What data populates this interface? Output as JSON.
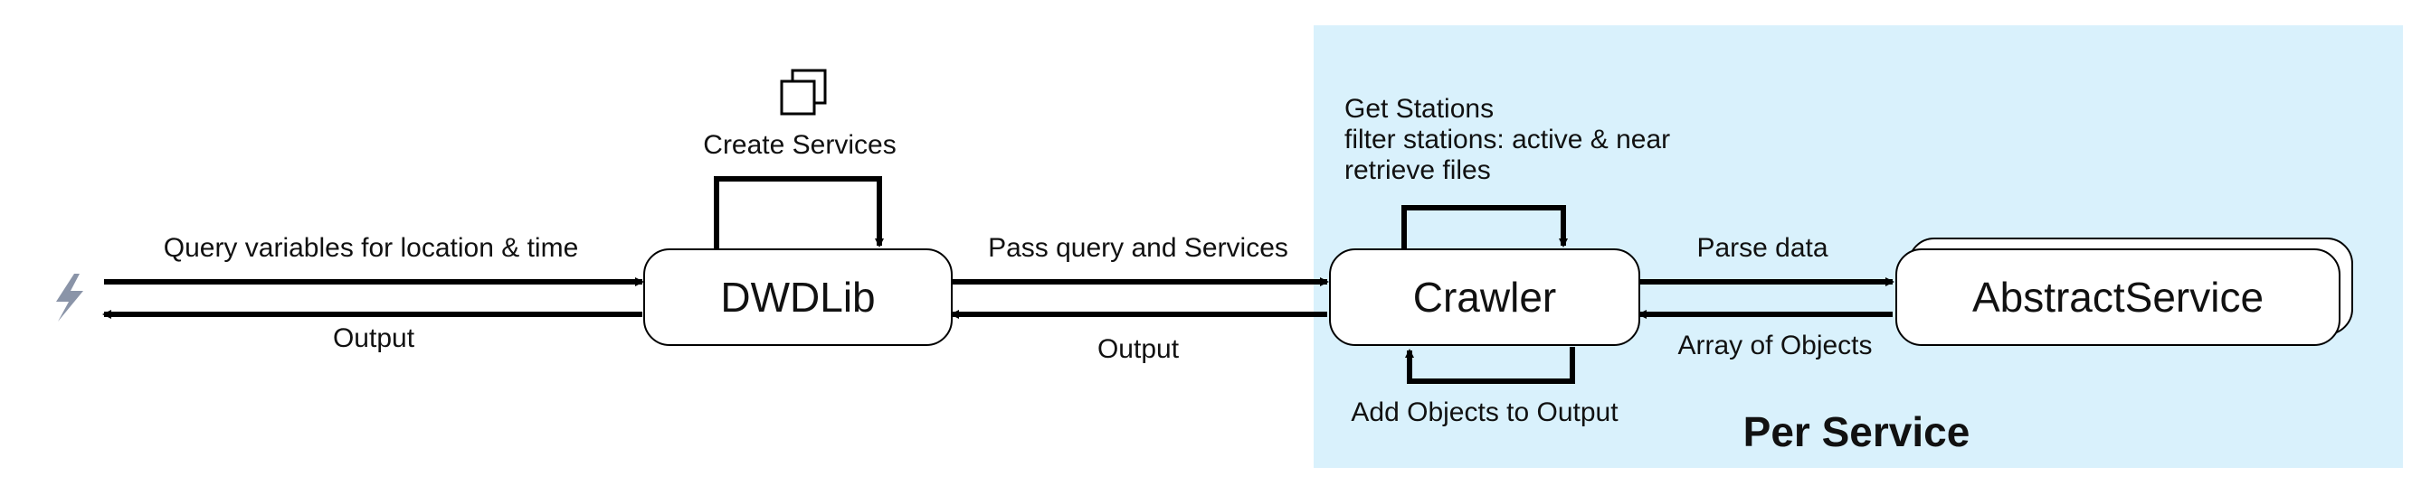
{
  "region": {
    "label": "Per Service",
    "fill": "#d9f1fc"
  },
  "nodes": {
    "dwdlib": "DWDLib",
    "crawler": "Crawler",
    "abstract_service": "AbstractService"
  },
  "edges": {
    "query": "Query variables for location & time",
    "output_left": "Output",
    "create_services": "Create Services",
    "pass_query": "Pass query and Services",
    "output_mid": "Output",
    "crawler_loop": [
      "Get Stations",
      "filter stations: active & near",
      "retrieve files"
    ],
    "add_objects": "Add Objects to Output",
    "parse_data": "Parse data",
    "array_objects": "Array of Objects"
  },
  "icons": {
    "trigger": "lightning-icon",
    "services": "copy-icon"
  },
  "colors": {
    "stroke": "#000000",
    "icon": "#8a94a8"
  }
}
